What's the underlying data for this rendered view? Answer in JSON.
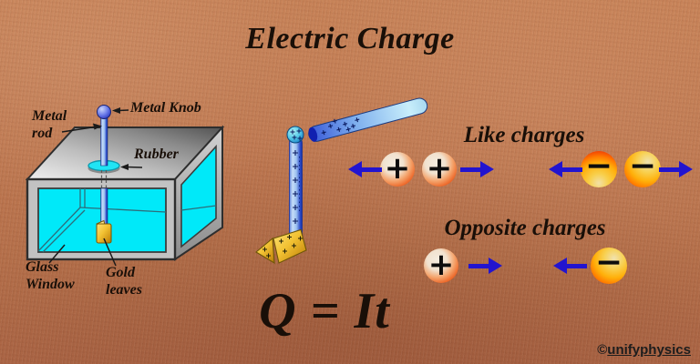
{
  "title": "Electric Charge",
  "electroscope": {
    "label_metal_rod": "Metal rod",
    "label_metal_knob": "Metal Knob",
    "label_rubber": "Rubber",
    "label_glass_window": "Glass Window",
    "label_gold_leaves": "Gold leaves"
  },
  "like_section": {
    "heading": "Like charges"
  },
  "opposite_section": {
    "heading": "Opposite charges"
  },
  "symbols": {
    "positive": "+",
    "negative": "−"
  },
  "formula": "Q = It",
  "credit": {
    "copyright": "©",
    "name": "unifyphysics"
  },
  "colors": {
    "background": "#b9714d",
    "arrow": "#2214cf",
    "cyan": "#00e9f9",
    "ink": "#190f08"
  }
}
